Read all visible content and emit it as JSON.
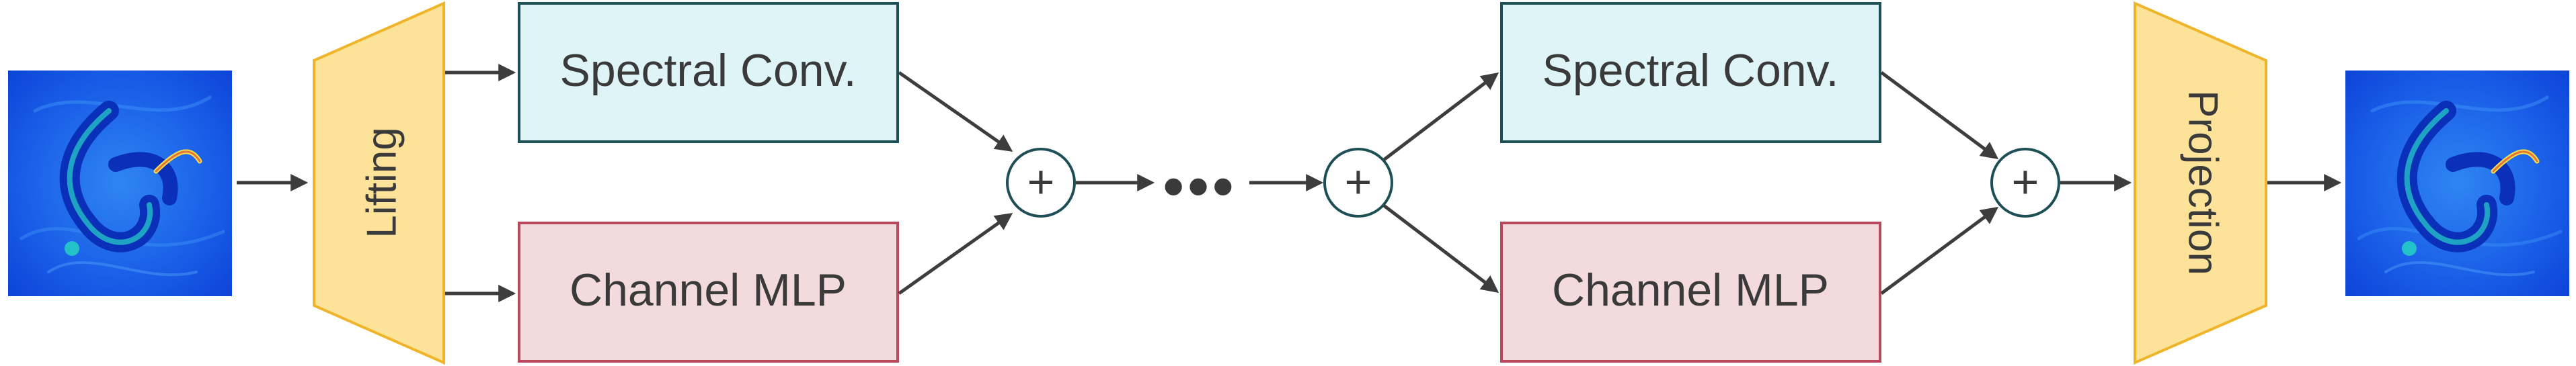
{
  "diagram": {
    "input_image": {
      "icon": "vorticity-field-image"
    },
    "output_image": {
      "icon": "vorticity-field-image"
    },
    "lifting": {
      "label": "Lifting"
    },
    "projection": {
      "label": "Projection"
    },
    "block1": {
      "spectral_label": "Spectral Conv.",
      "mlp_label": "Channel MLP",
      "sum_symbol": "+"
    },
    "ellipsis": "•••",
    "block2": {
      "split_symbol": "+",
      "spectral_label": "Spectral Conv.",
      "mlp_label": "Channel MLP",
      "sum_symbol": "+"
    },
    "colors": {
      "spectral_fill": "#dff4f7",
      "spectral_border": "#1e4f57",
      "mlp_fill": "#f2dadd",
      "mlp_border": "#b8495c",
      "trapezoid_fill": "#fde39a",
      "trapezoid_border": "#f0b429",
      "circle_border": "#1e4f57",
      "arrow": "#3d3d3d",
      "field_dark": "#0a3fe0",
      "field_mid": "#1e6cf0",
      "field_light": "#3a8ef5",
      "field_accent": "#23c1c8",
      "field_hot": "#f2e04a"
    }
  }
}
